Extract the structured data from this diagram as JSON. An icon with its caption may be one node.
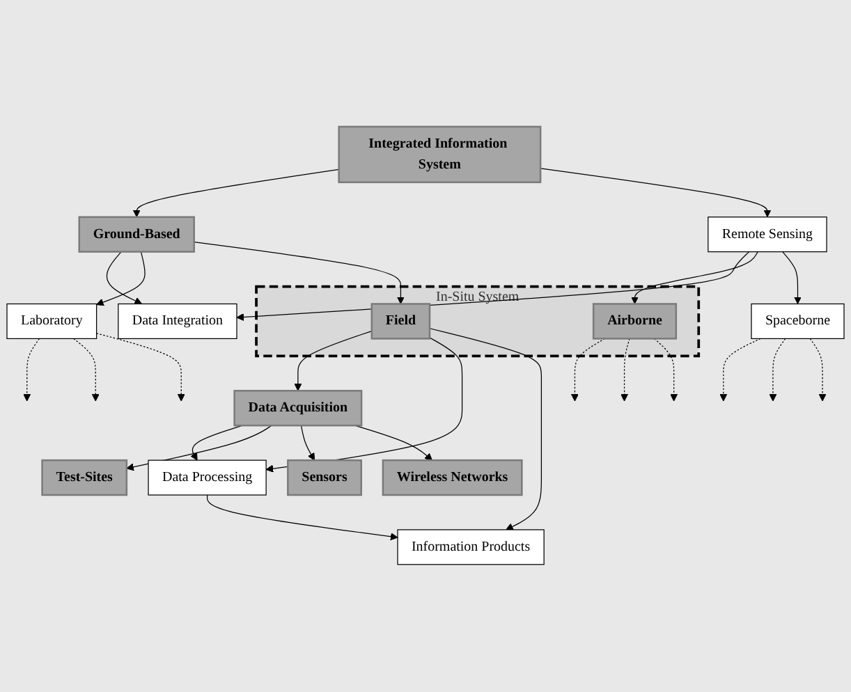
{
  "diagram": {
    "nodes": [
      {
        "text": [
          "Integrated Information System"
        ]
      },
      {
        "text": [
          "Ground-Based"
        ]
      },
      {
        "text": [
          "Data Integration"
        ]
      },
      {
        "text": [
          "Remote Sensing"
        ]
      },
      {
        "text": [
          "In-Situ System"
        ]
      },
      {
        "text": [
          "Laboratory"
        ]
      },
      {
        "text": [
          "Field"
        ],
        "in": 4
      },
      {
        "text": [
          "Airborne"
        ],
        "in": 4
      },
      {
        "text": [
          "Spaceborne"
        ]
      },
      {
        "text": [
          "Data Acquisition"
        ]
      },
      {
        "text": [
          "Data Processing"
        ]
      },
      {
        "text": [
          "Information Products"
        ]
      },
      {
        "text": [
          "Test-Sites"
        ]
      },
      {
        "text": [
          "Sensors"
        ]
      },
      {
        "text": [
          "Wireless Networks"
        ]
      }
    ],
    "edges": [
      {
        "from": 0,
        "to": 1,
        "arrow": "to"
      },
      {
        "from": 0,
        "to": 3,
        "arrow": "to"
      },
      {
        "from": 1,
        "to": 2,
        "arrow": "to"
      },
      {
        "from": 3,
        "to": 2,
        "arrow": "to"
      },
      {
        "from": 1,
        "to": 5,
        "arrow": "to"
      },
      {
        "from": 1,
        "to": 6,
        "arrow": "to"
      },
      {
        "from": 3,
        "to": 7,
        "arrow": "to"
      },
      {
        "from": 3,
        "to": 8,
        "arrow": "to"
      },
      {
        "from": 5,
        "to": null,
        "arrow": "to",
        "style": "dashed"
      },
      {
        "from": 5,
        "to": null,
        "arrow": "to",
        "style": "dashed"
      },
      {
        "from": 5,
        "to": null,
        "arrow": "to",
        "style": "dashed"
      },
      {
        "from": 7,
        "to": null,
        "arrow": "to",
        "style": "dashed"
      },
      {
        "from": 7,
        "to": null,
        "arrow": "to",
        "style": "dashed"
      },
      {
        "from": 7,
        "to": null,
        "arrow": "to",
        "style": "dashed"
      },
      {
        "from": 8,
        "to": null,
        "arrow": "to",
        "style": "dashed"
      },
      {
        "from": 8,
        "to": null,
        "arrow": "to",
        "style": "dashed"
      },
      {
        "from": 8,
        "to": null,
        "arrow": "to",
        "style": "dashed"
      },
      {
        "from": 6,
        "to": 9,
        "arrow": "to"
      },
      {
        "from": 6,
        "to": 10,
        "arrow": "to"
      },
      {
        "from": 6,
        "to": 11,
        "arrow": "to"
      },
      {
        "from": 9,
        "to": 10,
        "arrow": "to"
      },
      {
        "from": 10,
        "to": 11,
        "arrow": "to"
      },
      {
        "from": 9,
        "to": 12,
        "arrow": "to"
      },
      {
        "from": 9,
        "to": 13,
        "arrow": "to"
      },
      {
        "from": 9,
        "to": 14,
        "arrow": "to"
      }
    ]
  }
}
